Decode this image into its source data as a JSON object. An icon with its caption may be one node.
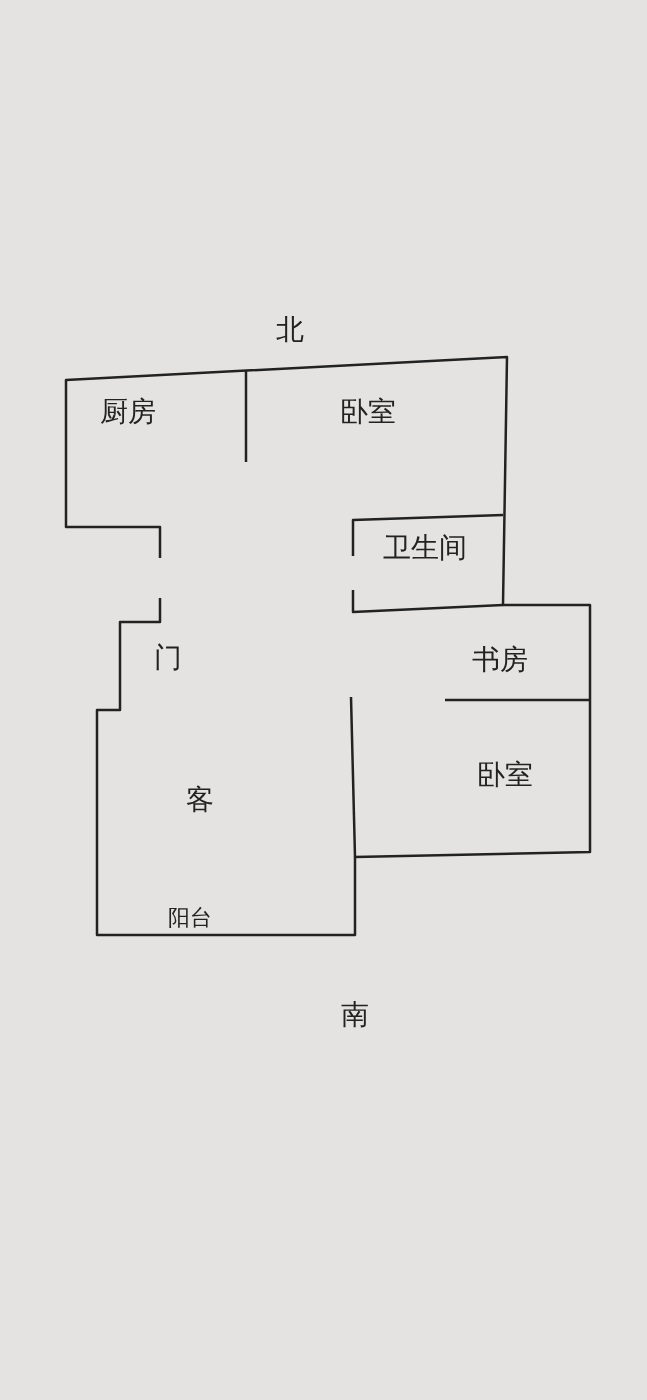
{
  "diagram": {
    "nodes": [
      {
        "text": [
          "厨房"
        ]
      },
      {
        "text": [
          "卧室"
        ]
      },
      {
        "text": [
          "卫生间"
        ]
      },
      {
        "text": [
          "书房"
        ]
      },
      {
        "text": [
          "卧室"
        ]
      },
      {
        "text": [
          "客"
        ]
      }
    ],
    "labels": [
      "北",
      "门",
      "阳台",
      "南"
    ]
  }
}
